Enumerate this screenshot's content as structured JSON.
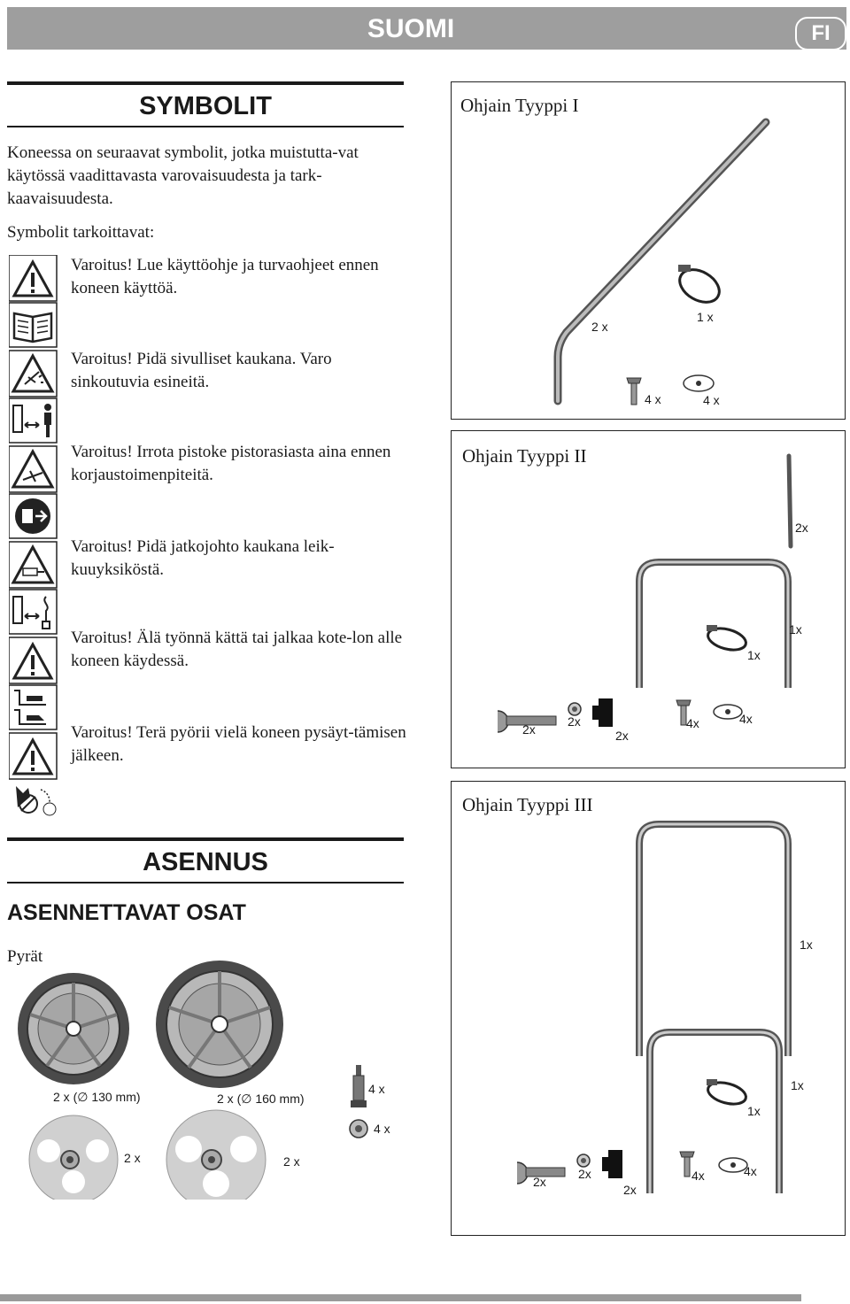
{
  "header": {
    "title": "SUOMI",
    "lang_badge": "FI"
  },
  "symbols_section": {
    "title": "SYMBOLIT",
    "intro": "Koneessa on seuraavat symbolit, jotka muistutta-vat käytössä vaadittavasta varovaisuudesta ja tark-kaavaisuudesta.",
    "meaning_label": "Symbolit tarkoittavat:",
    "warnings": [
      "Varoitus! Lue käyttöohje ja turvaohjeet ennen koneen käyttöä.",
      "Varoitus! Pidä sivulliset kaukana. Varo sinkoutuvia esineitä.",
      "Varoitus! Irrota pistoke pistorasiasta aina ennen korjaustoimenpiteitä.",
      "Varoitus! Pidä jatkojohto kaukana leik-kuuyksiköstä.",
      "Varoitus! Älä työnnä kättä tai jalkaa kote-lon alle koneen käydessä.",
      "Varoitus! Terä pyörii vielä koneen pysäyt-tämisen jälkeen."
    ]
  },
  "assembly_section": {
    "title": "ASENNUS",
    "subtitle": "ASENNETTAVAT OSAT",
    "wheels_label": "Pyrät",
    "wheels": [
      {
        "qty_size": "2 x (∅ 130 mm)",
        "hub_qty": "2 x"
      },
      {
        "qty_size": "2 x (∅ 160 mm)",
        "hub_qty": "2 x"
      }
    ],
    "axle_qty": "4 x",
    "washer_qty": "4 x"
  },
  "panels": [
    {
      "title": "Ohjain Tyyppi I",
      "labels": [
        "2 x",
        "1 x",
        "4 x",
        "4 x"
      ]
    },
    {
      "title": "Ohjain Tyyppi II",
      "labels": [
        "2x",
        "1x",
        "1x",
        "2x",
        "2x",
        "2x",
        "4x",
        "4x"
      ]
    },
    {
      "title": "Ohjain Tyyppi III",
      "labels": [
        "1x",
        "1x",
        "1x",
        "2x",
        "2x",
        "2x",
        "4x",
        "4x"
      ]
    }
  ],
  "colors": {
    "header_bg": "#9e9e9e",
    "bar": "#9a9a9a"
  }
}
